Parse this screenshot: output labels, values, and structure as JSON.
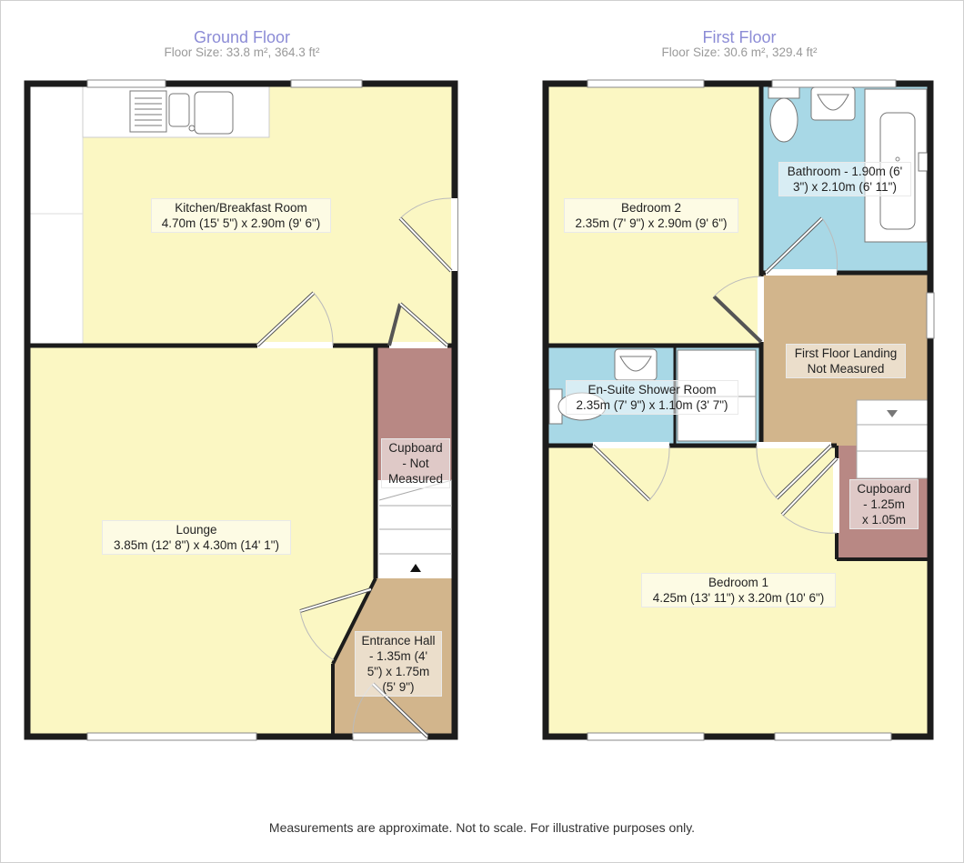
{
  "ground_floor": {
    "title": "Ground Floor",
    "size": "Floor Size: 33.8 m², 364.3 ft²",
    "rooms": {
      "kitchen": {
        "name": "Kitchen/Breakfast Room",
        "dims": "4.70m (15' 5\") x 2.90m (9' 6\")"
      },
      "lounge": {
        "name": "Lounge",
        "dims": "3.85m (12' 8\") x 4.30m (14' 1\")"
      },
      "cupboard": {
        "name": "Cupboard",
        "line2": "- Not",
        "line3": "Measured"
      },
      "hall": {
        "name": "Entrance Hall",
        "line2": "- 1.35m (4'",
        "line3": "5\") x 1.75m",
        "line4": "(5' 9\")"
      }
    },
    "colors": {
      "kitchen": "#fbf7c3",
      "lounge": "#fbf7c3",
      "cupboard": "#b88884",
      "hall": "#d2b58c"
    }
  },
  "first_floor": {
    "title": "First Floor",
    "size": "Floor Size: 30.6 m², 329.4 ft²",
    "rooms": {
      "bedroom2": {
        "name": "Bedroom 2",
        "dims": "2.35m (7' 9\") x 2.90m (9' 6\")"
      },
      "bathroom": {
        "line1": "Bathroom - 1.90m (6'",
        "line2": "3\") x 2.10m (6' 11\")"
      },
      "landing": {
        "line1": "First Floor Landing",
        "line2": "Not Measured"
      },
      "ensuite": {
        "name": "En-Suite Shower Room",
        "dims": "2.35m (7' 9\") x 1.10m (3' 7\")"
      },
      "cupboard": {
        "line1": "Cupboard",
        "line2": "- 1.25m",
        "line3": "x 1.05m"
      },
      "bedroom1": {
        "name": "Bedroom 1",
        "dims": "4.25m (13' 11\") x 3.20m (10' 6\")"
      }
    },
    "colors": {
      "bedroom": "#fbf7c3",
      "bathroom": "#a8d8e6",
      "landing": "#d2b58c",
      "cupboard": "#b88884"
    }
  },
  "footer": "Measurements are approximate. Not to scale. For illustrative purposes only."
}
